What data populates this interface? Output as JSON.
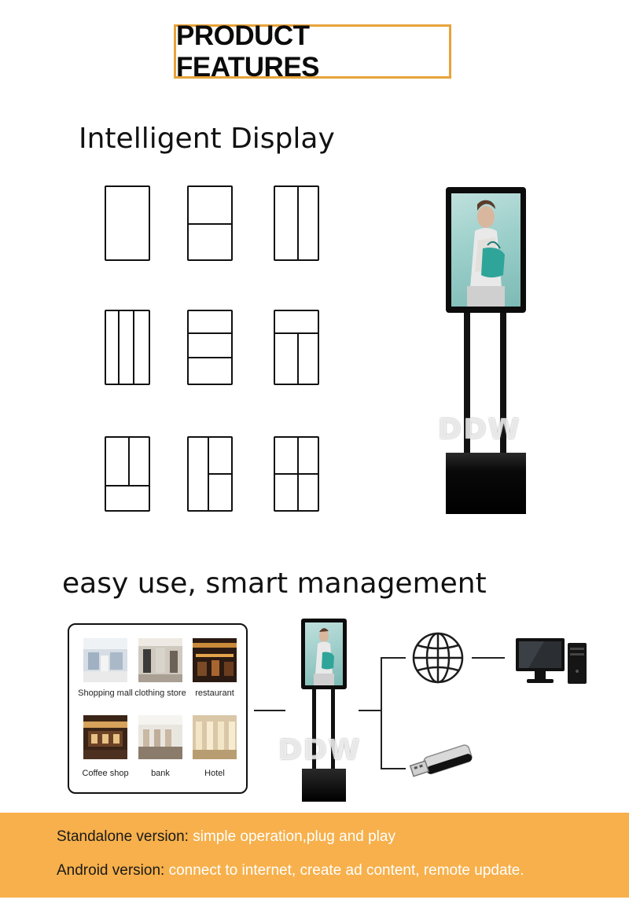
{
  "header": {
    "title": "PRODUCT FEATURES"
  },
  "sections": {
    "intelligent_display": "Intelligent Display",
    "easy_use": "easy use, smart management"
  },
  "watermark": "DDW",
  "venues": [
    {
      "label": "Shopping mall"
    },
    {
      "label": "clothing store"
    },
    {
      "label": "restaurant"
    },
    {
      "label": "Coffee shop"
    },
    {
      "label": "bank"
    },
    {
      "label": "Hotel"
    }
  ],
  "icons": [
    "globe-icon",
    "desktop-computer-icon",
    "usb-drive-icon"
  ],
  "footer": {
    "standalone_key": "Standalone version:",
    "standalone_value": " simple operation,plug and play",
    "android_key": "Android version:",
    "android_value": " connect to internet, create ad content, remote update."
  },
  "colors": {
    "accent_orange": "#f7b04b",
    "header_border": "#e8a33a",
    "text_dark": "#111111",
    "footer_highlight": "#ffffff"
  }
}
